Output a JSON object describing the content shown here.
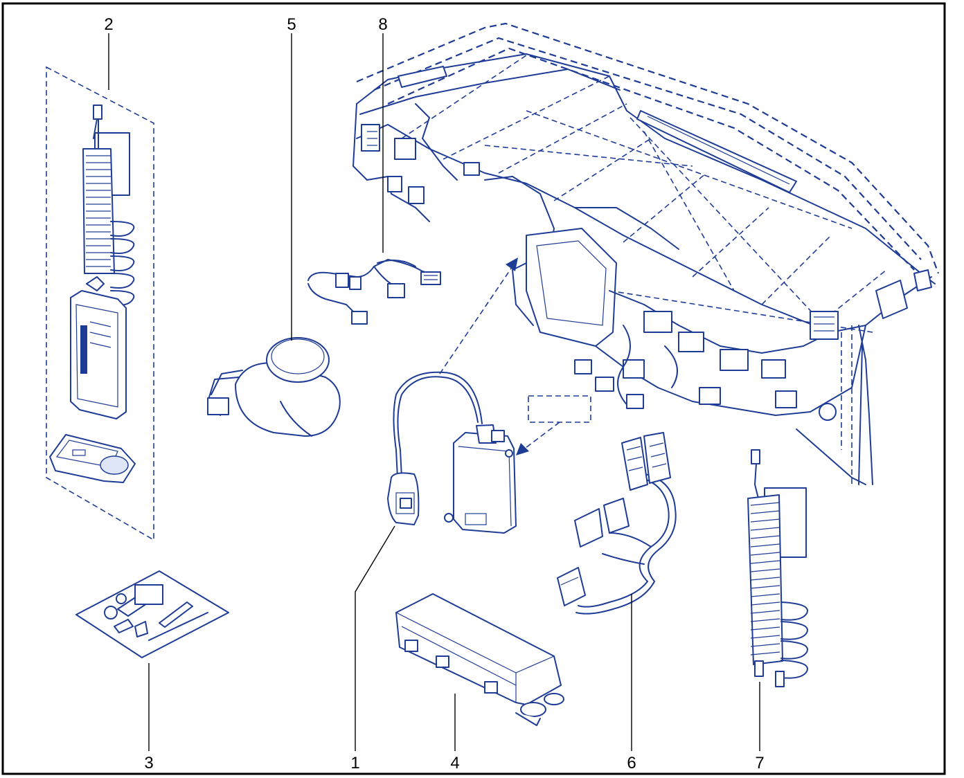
{
  "callouts": {
    "c1": "1",
    "c2": "2",
    "c3": "3",
    "c4": "4",
    "c5": "5",
    "c6": "6",
    "c7": "7",
    "c8": "8"
  },
  "colors": {
    "line_art": "#1e3c96",
    "frame": "#000000",
    "background": "#ffffff"
  }
}
